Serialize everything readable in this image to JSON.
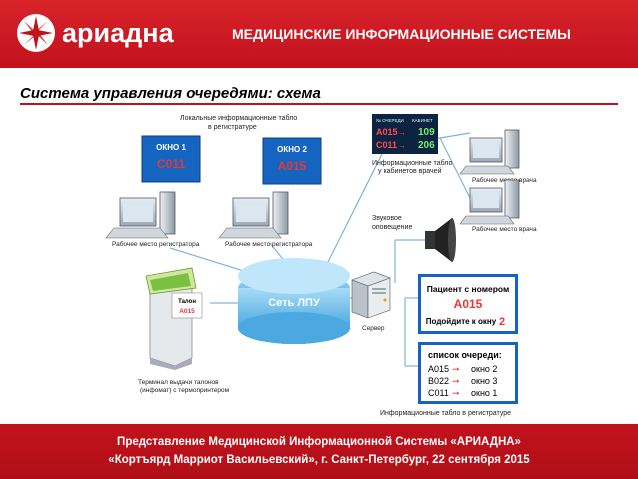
{
  "brand": {
    "name": "ариадна"
  },
  "header": {
    "title": "МЕДИЦИНСКИЕ ИНФОРМАЦИОННЫЕ СИСТЕМЫ"
  },
  "slide": {
    "title": "Система управления очередями: схема"
  },
  "diagram": {
    "local_boards_caption_1": "Локальные информационные табло",
    "local_boards_caption_2": "в регистратуре",
    "window1": {
      "label": "ОКНО 1",
      "ticket": "C011"
    },
    "window2": {
      "label": "ОКНО 2",
      "ticket": "A015"
    },
    "cabinet_board": {
      "col1": "№ ОЧЕРЕДИ",
      "col2": "КАБИНЕТ",
      "rows": [
        {
          "ticket": "A015",
          "room": "109"
        },
        {
          "ticket": "C011",
          "room": "206"
        }
      ],
      "caption_1": "Информационные табло",
      "caption_2": "у кабинетов врачей"
    },
    "doctor_ws_1": "Рабочее место врача",
    "doctor_ws_2": "Рабочее место врача",
    "registrar_ws_1": "Рабочее место регистратора",
    "registrar_ws_2": "Рабочее место регистратора",
    "sound_caption_1": "Звуковое",
    "sound_caption_2": "оповещение",
    "network_label": "Сеть ЛПУ",
    "server_label": "Сервер",
    "terminal": {
      "screen_title": "Талон",
      "screen_ticket": "A015",
      "caption_1": "Терминал выдачи талонов",
      "caption_2": "(инфомат) с термопринтером"
    },
    "call_board": {
      "line1": "Пациент с номером",
      "ticket": "A015",
      "line3": "Подойдите к окну",
      "window": "2"
    },
    "queue_board": {
      "title": "список очереди:",
      "rows": [
        {
          "ticket": "A015",
          "window": "окно 2"
        },
        {
          "ticket": "B022",
          "window": "окно 3"
        },
        {
          "ticket": "C011",
          "window": "окно 1"
        }
      ]
    },
    "info_boards_caption": "Информационные табло  в регистратуре"
  },
  "footer": {
    "line1": "Представление Медицинской Информационной Системы «АРИАДНА»",
    "line2": "«Кортъярд Марриот Васильевский»,  г. Санкт-Петербург, 22 сентября 2015"
  },
  "colors": {
    "brand_red": "#c1121c",
    "board_blue": "#1565c0",
    "network_blue": "#7ec4ee",
    "ticket_red": "#e53935"
  }
}
